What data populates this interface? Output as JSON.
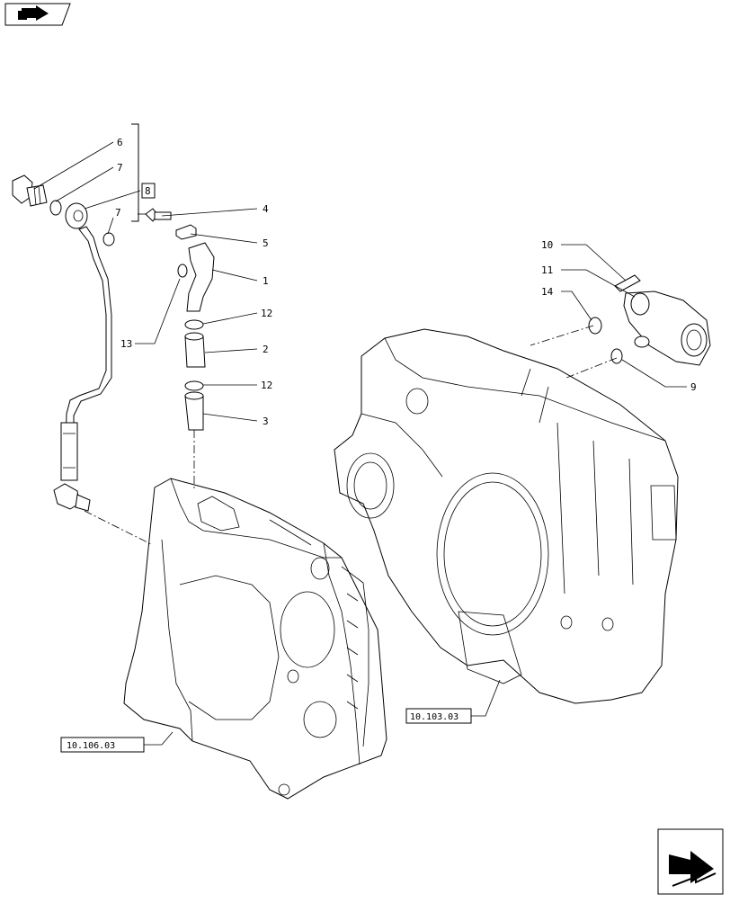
{
  "callouts": {
    "c1": "1",
    "c2": "2",
    "c3": "3",
    "c4": "4",
    "c5": "5",
    "c6": "6",
    "c7a": "7",
    "c7b": "7",
    "c8": "8",
    "c9": "9",
    "c10": "10",
    "c11": "11",
    "c12a": "12",
    "c12b": "12",
    "c13": "13",
    "c14": "14"
  },
  "refs": {
    "front_housing": "10.106.03",
    "flywheel_housing": "10.103.03"
  },
  "icons": {
    "top_left": "navigation-arrow-icon",
    "bottom_right": "next-page-arrow-icon"
  }
}
